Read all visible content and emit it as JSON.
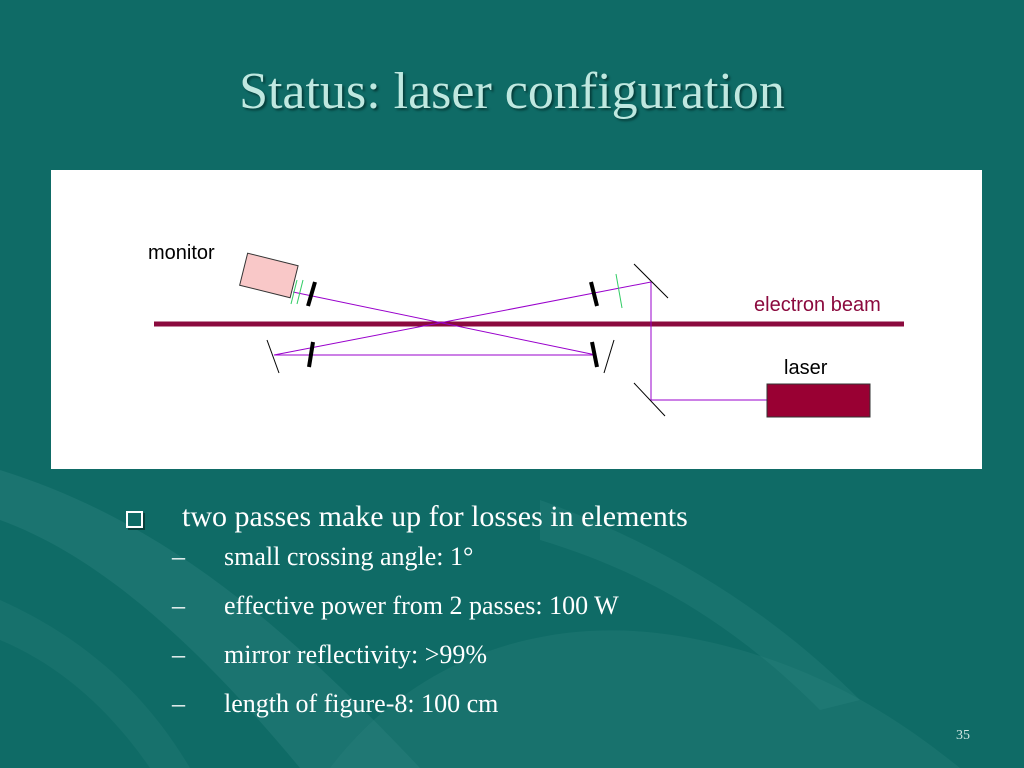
{
  "slide": {
    "title": "Status: laser configuration",
    "page_number": "35"
  },
  "diagram": {
    "labels": {
      "monitor": "monitor",
      "electron_beam": "electron beam",
      "laser": "laser"
    },
    "colors": {
      "background": "#0f6b66",
      "electron_beam": "#8b0a3e",
      "laser_block": "#990033",
      "laser_path": "#9900cc",
      "monitor_fill": "#f9c8c8",
      "lens_green": "#33cc66"
    }
  },
  "bullets": {
    "main": "two passes make up for losses in elements",
    "sub": [
      {
        "dash": "–",
        "text": "small crossing angle: 1°"
      },
      {
        "dash": "–",
        "text": "effective power from 2 passes: 100 W"
      },
      {
        "dash": "–",
        "text": "mirror reflectivity: >99%"
      },
      {
        "dash": "–",
        "text": "length of  figure-8: 100 cm"
      }
    ]
  }
}
